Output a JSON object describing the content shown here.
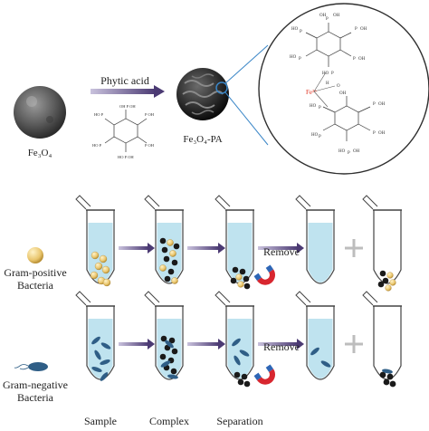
{
  "top": {
    "reactant_label": "Fe₃O₄",
    "arrow_label": "Phytic acid",
    "product_label": "Fe₃O₄-PA"
  },
  "zoom": {
    "iron_label": "Fe³⁺",
    "group_label": "OH",
    "h_label": "H",
    "phosphorus_label": "P",
    "oxygen_label": "O",
    "hydroxyl_label": "HO"
  },
  "rows": [
    {
      "label_line1": "Gram-positive",
      "label_line2": "Bacteria",
      "arrow_text": "Remove"
    },
    {
      "label_line1": "Gram-negative",
      "label_line2": "Bacteria",
      "arrow_text": "Remove"
    }
  ],
  "column_labels": [
    "Sample",
    "Complex",
    "Separation"
  ],
  "colors": {
    "arrow": "#4b3a73",
    "liquid": "#bfe3ef",
    "tube_stroke": "#444444",
    "gram_positive": "#e9c56c",
    "gram_negative": "#2f5e86",
    "particle": "#1a1a1a",
    "iron": "#e0301e",
    "magnet_red": "#d8262f",
    "magnet_blue": "#2e66b6",
    "plus": "#bdbdbd"
  },
  "icons": [
    "magnet-icon",
    "plus-icon",
    "arrow-right-icon"
  ]
}
